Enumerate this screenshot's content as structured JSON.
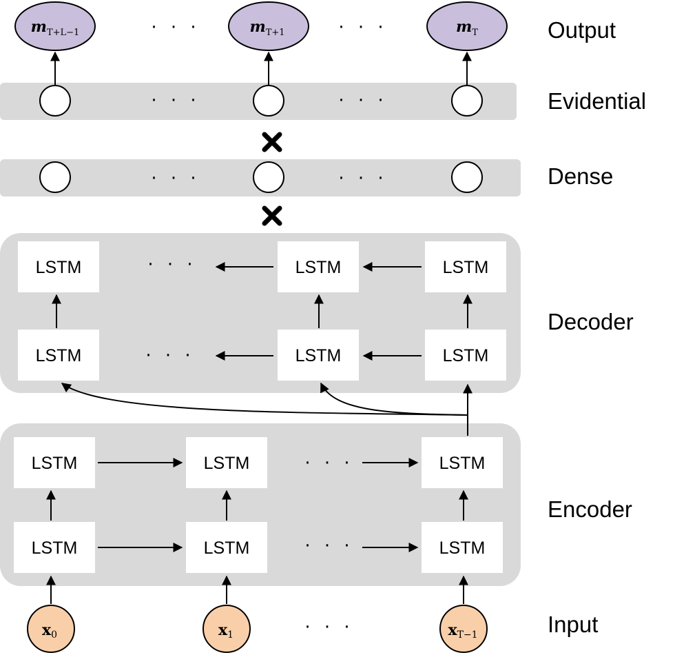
{
  "labels": {
    "output": "Output",
    "evidential": "Evidential",
    "dense": "Dense",
    "decoder": "Decoder",
    "encoder": "Encoder",
    "input": "Input"
  },
  "lstm_label": "LSTM",
  "ellipsis": "· · ·",
  "outputs": [
    {
      "main": "m",
      "sub": "T+L−1"
    },
    {
      "main": "m",
      "sub": "T+1"
    },
    {
      "main": "m",
      "sub": "T"
    }
  ],
  "inputs": [
    {
      "main": "x",
      "sub": "0"
    },
    {
      "main": "x",
      "sub": "1"
    },
    {
      "main": "x",
      "sub": "T−1"
    }
  ],
  "colors": {
    "panel": "#d9d9d9",
    "output_node": "#c9bfdc",
    "input_node": "#f9cfaa",
    "stroke": "#000000"
  }
}
